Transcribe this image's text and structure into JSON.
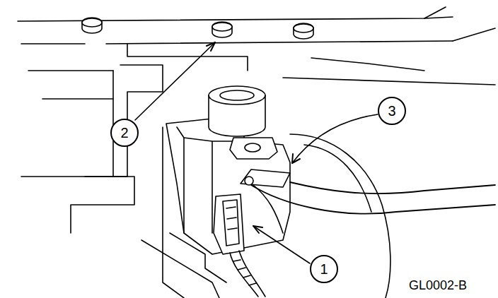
{
  "diagram": {
    "labels": [
      "1",
      "2",
      "3",
      "GL0002-B"
    ]
  }
}
